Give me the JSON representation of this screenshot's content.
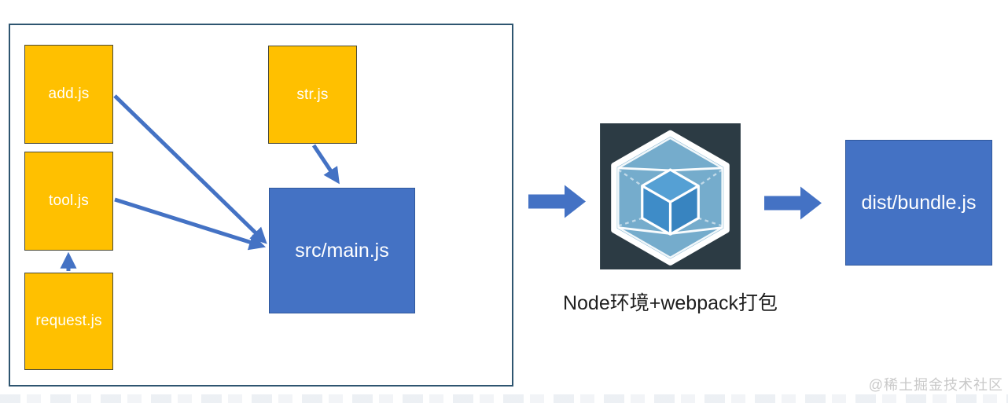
{
  "diagram": {
    "modules": [
      {
        "label": "add.js"
      },
      {
        "label": "tool.js"
      },
      {
        "label": "request.js"
      },
      {
        "label": "str.js"
      }
    ],
    "entry_label": "src/main.js",
    "output_label": "dist/bundle.js",
    "caption": "Node环境+webpack打包",
    "watermark": "@稀土掘金技术社区",
    "edges": [
      {
        "from": "add.js",
        "to": "src/main.js"
      },
      {
        "from": "tool.js",
        "to": "src/main.js"
      },
      {
        "from": "str.js",
        "to": "src/main.js"
      },
      {
        "from": "request.js",
        "to": "tool.js"
      },
      {
        "from": "src/main.js",
        "to": "webpack"
      },
      {
        "from": "webpack",
        "to": "dist/bundle.js"
      }
    ],
    "colors": {
      "module_fill": "#ffc000",
      "module_border": "#4a4a38",
      "bundle_fill": "#4472c4",
      "bundle_border": "#30589c",
      "arrow": "#4472c4",
      "panel_border": "#2e5570",
      "webpack_tile": "#2c3b44",
      "webpack_hex_fill": "#7db9dc",
      "webpack_cube_top": "#55a0d4",
      "webpack_cube_left": "#3e8cc8",
      "webpack_cube_right": "#3884c0",
      "caption_text": "#1f1f1f",
      "watermark_text": "#c9c9c9"
    }
  }
}
